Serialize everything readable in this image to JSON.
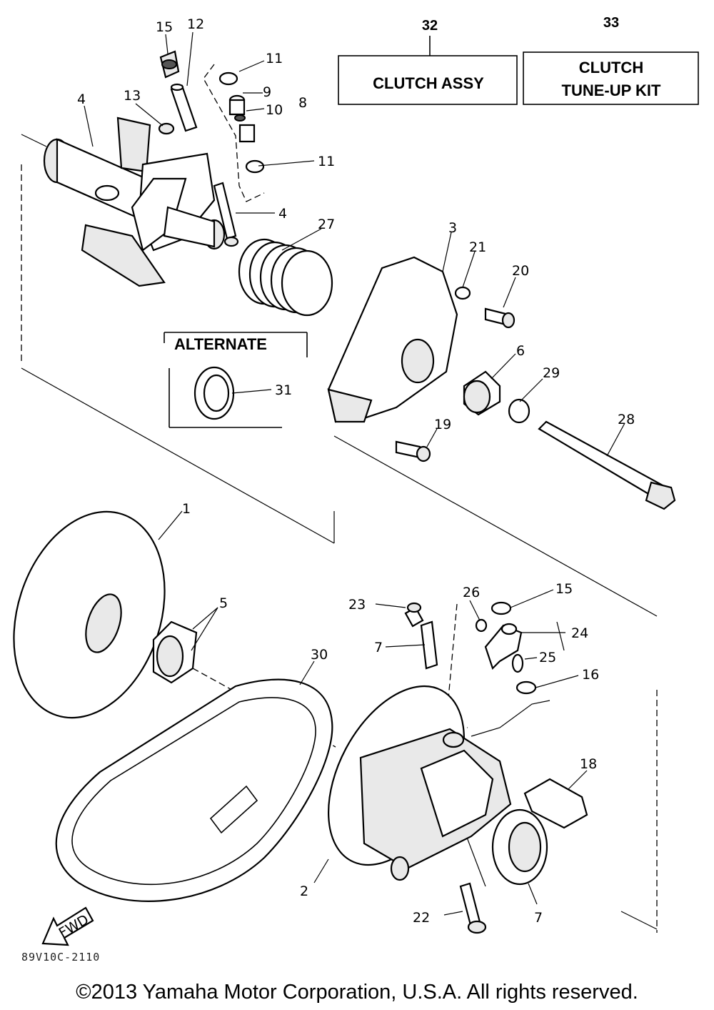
{
  "boxes": {
    "clutch_assy": {
      "number": "32",
      "label": "CLUTCH ASSY"
    },
    "tuneup_kit": {
      "number": "33",
      "label_line1": "CLUTCH",
      "label_line2": "TUNE-UP KIT"
    },
    "alternate": {
      "label": "ALTERNATE"
    }
  },
  "fwd_label": "FWD",
  "callouts": {
    "p1": "1",
    "p2": "2",
    "p3": "3",
    "p4a": "4",
    "p4b": "4",
    "p5": "5",
    "p6": "6",
    "p7a": "7",
    "p7b": "7",
    "p8": "8",
    "p9": "9",
    "p10": "10",
    "p11a": "11",
    "p11b": "11",
    "p12": "12",
    "p13": "13",
    "p15a": "15",
    "p15b": "15",
    "p16": "16",
    "p18": "18",
    "p19": "19",
    "p20": "20",
    "p21": "21",
    "p22": "22",
    "p23": "23",
    "p24": "24",
    "p25": "25",
    "p26": "26",
    "p27": "27",
    "p28": "28",
    "p29": "29",
    "p30": "30",
    "p31": "31"
  },
  "diagram_code": "89V10C-2110",
  "copyright": "©2013 Yamaha Motor Corporation, U.S.A. All rights reserved."
}
